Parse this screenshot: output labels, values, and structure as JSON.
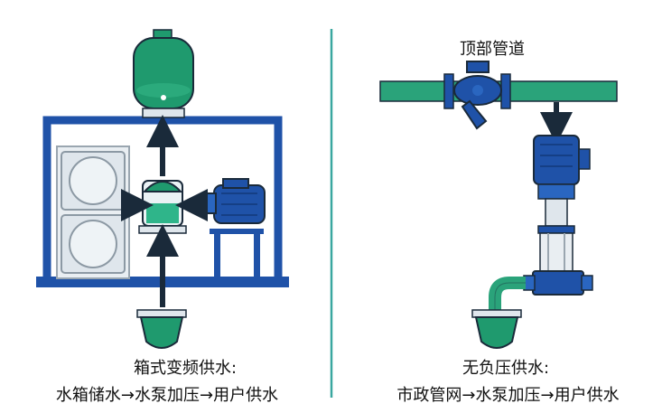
{
  "left_panel": {
    "caption_line1": "箱式变频供水:",
    "caption_line2": "水箱储水→水泵加压→用户供水"
  },
  "right_panel": {
    "top_label": "顶部管道",
    "caption_line1": "无负压供水:",
    "caption_line2": "市政管网→水泵加压→用户供水"
  },
  "colors": {
    "frame_blue": "#1f52a8",
    "pipe_green": "#2aa37a",
    "tank_green": "#1f9a6e",
    "divider_teal": "#3aa7a0",
    "arrow_dark": "#1a2a3a"
  }
}
